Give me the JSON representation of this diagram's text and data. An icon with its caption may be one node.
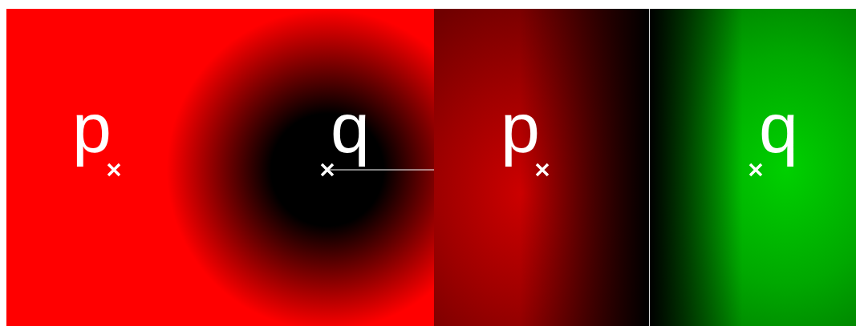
{
  "diagram": {
    "labels": [
      "p",
      "q",
      "p",
      "q"
    ]
  }
}
